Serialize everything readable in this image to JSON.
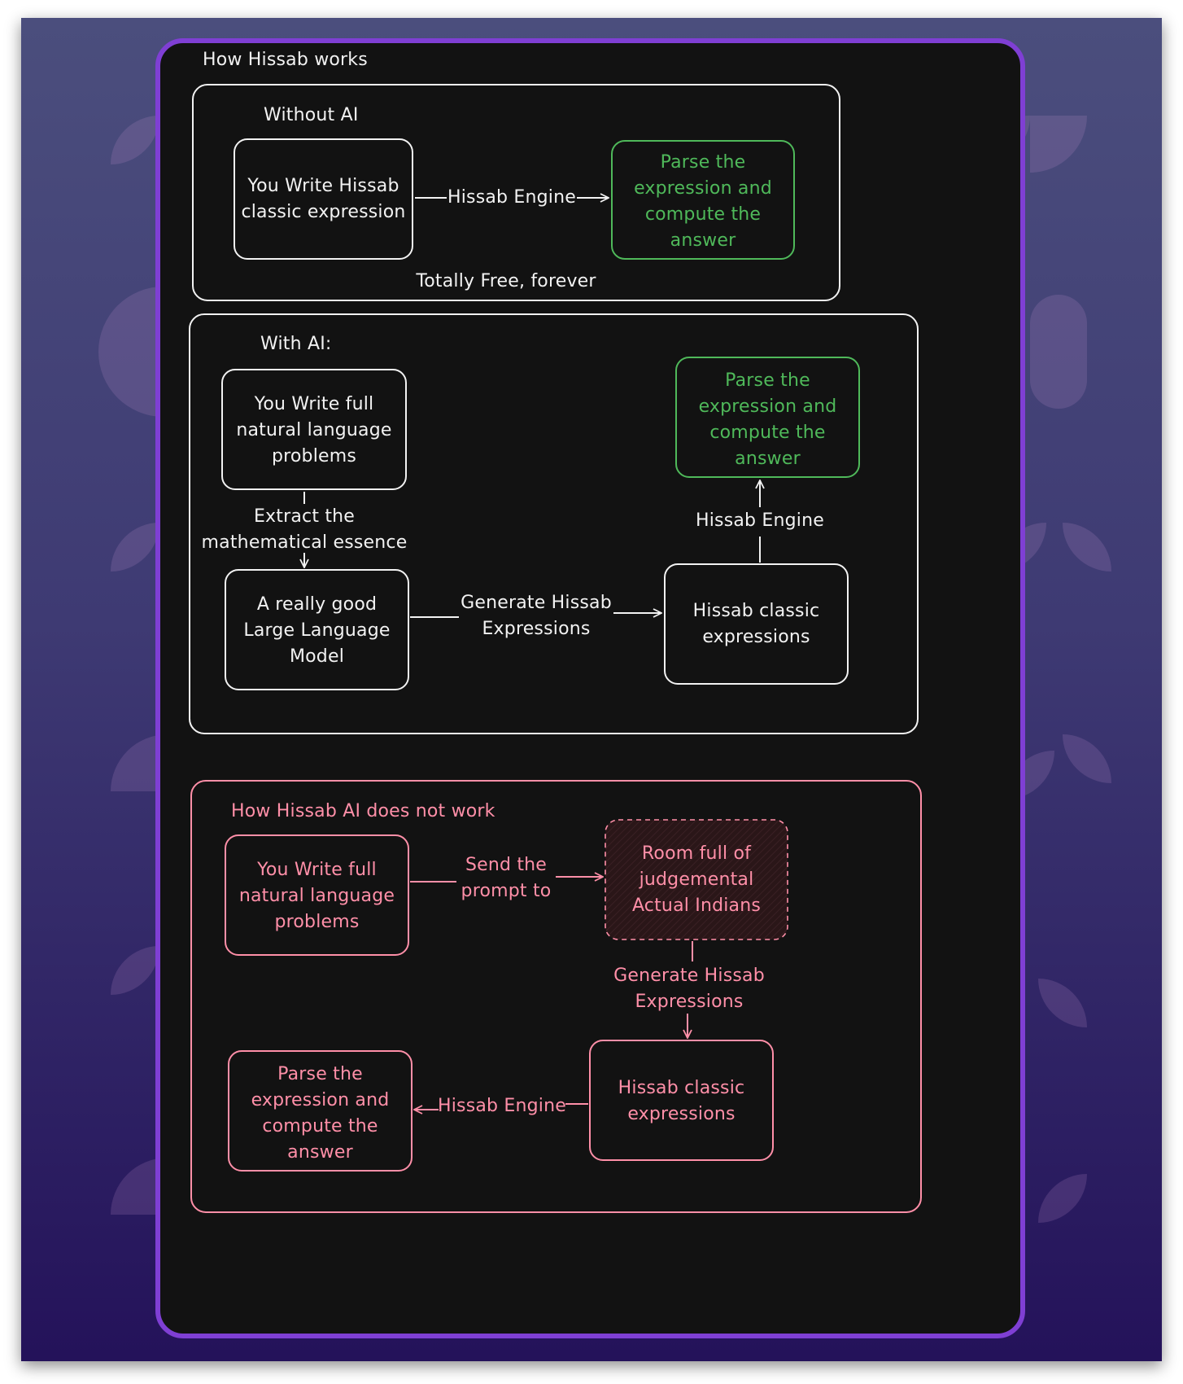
{
  "colors": {
    "card_border": "#7f3fd4",
    "card_bg": "#121212",
    "white": "#f2f2f2",
    "green": "#4fb95a",
    "pink": "#ff8fa8"
  },
  "title": "How Hissab works",
  "without_ai": {
    "heading": "Without AI",
    "input_box": "You Write Hissab\nclassic expression",
    "edge_label": "Hissab Engine",
    "output_box": "Parse the\nexpression and\ncompute the\nanswer",
    "footer": "Totally Free, forever"
  },
  "with_ai": {
    "heading": "With AI:",
    "input_box": "You Write full\nnatural language\nproblems",
    "edge_extract": "Extract the\nmathematical essence",
    "llm_box": "A really good\nLarge Language\nModel",
    "edge_generate": "Generate Hissab\nExpressions",
    "classic_box": "Hissab classic\nexpressions",
    "edge_engine": "Hissab Engine",
    "output_box": "Parse the\nexpression and\ncompute the\nanswer"
  },
  "not_work": {
    "heading": "How Hissab AI does not work",
    "input_box": "You Write full\nnatural language\nproblems",
    "edge_send": "Send the\nprompt to",
    "room_box": "Room full of\njudgemental\nActual Indians",
    "edge_generate": "Generate Hissab\nExpressions",
    "classic_box": "Hissab classic\nexpressions",
    "edge_engine": "Hissab Engine",
    "output_box": "Parse the\nexpression and\ncompute the\nanswer"
  }
}
